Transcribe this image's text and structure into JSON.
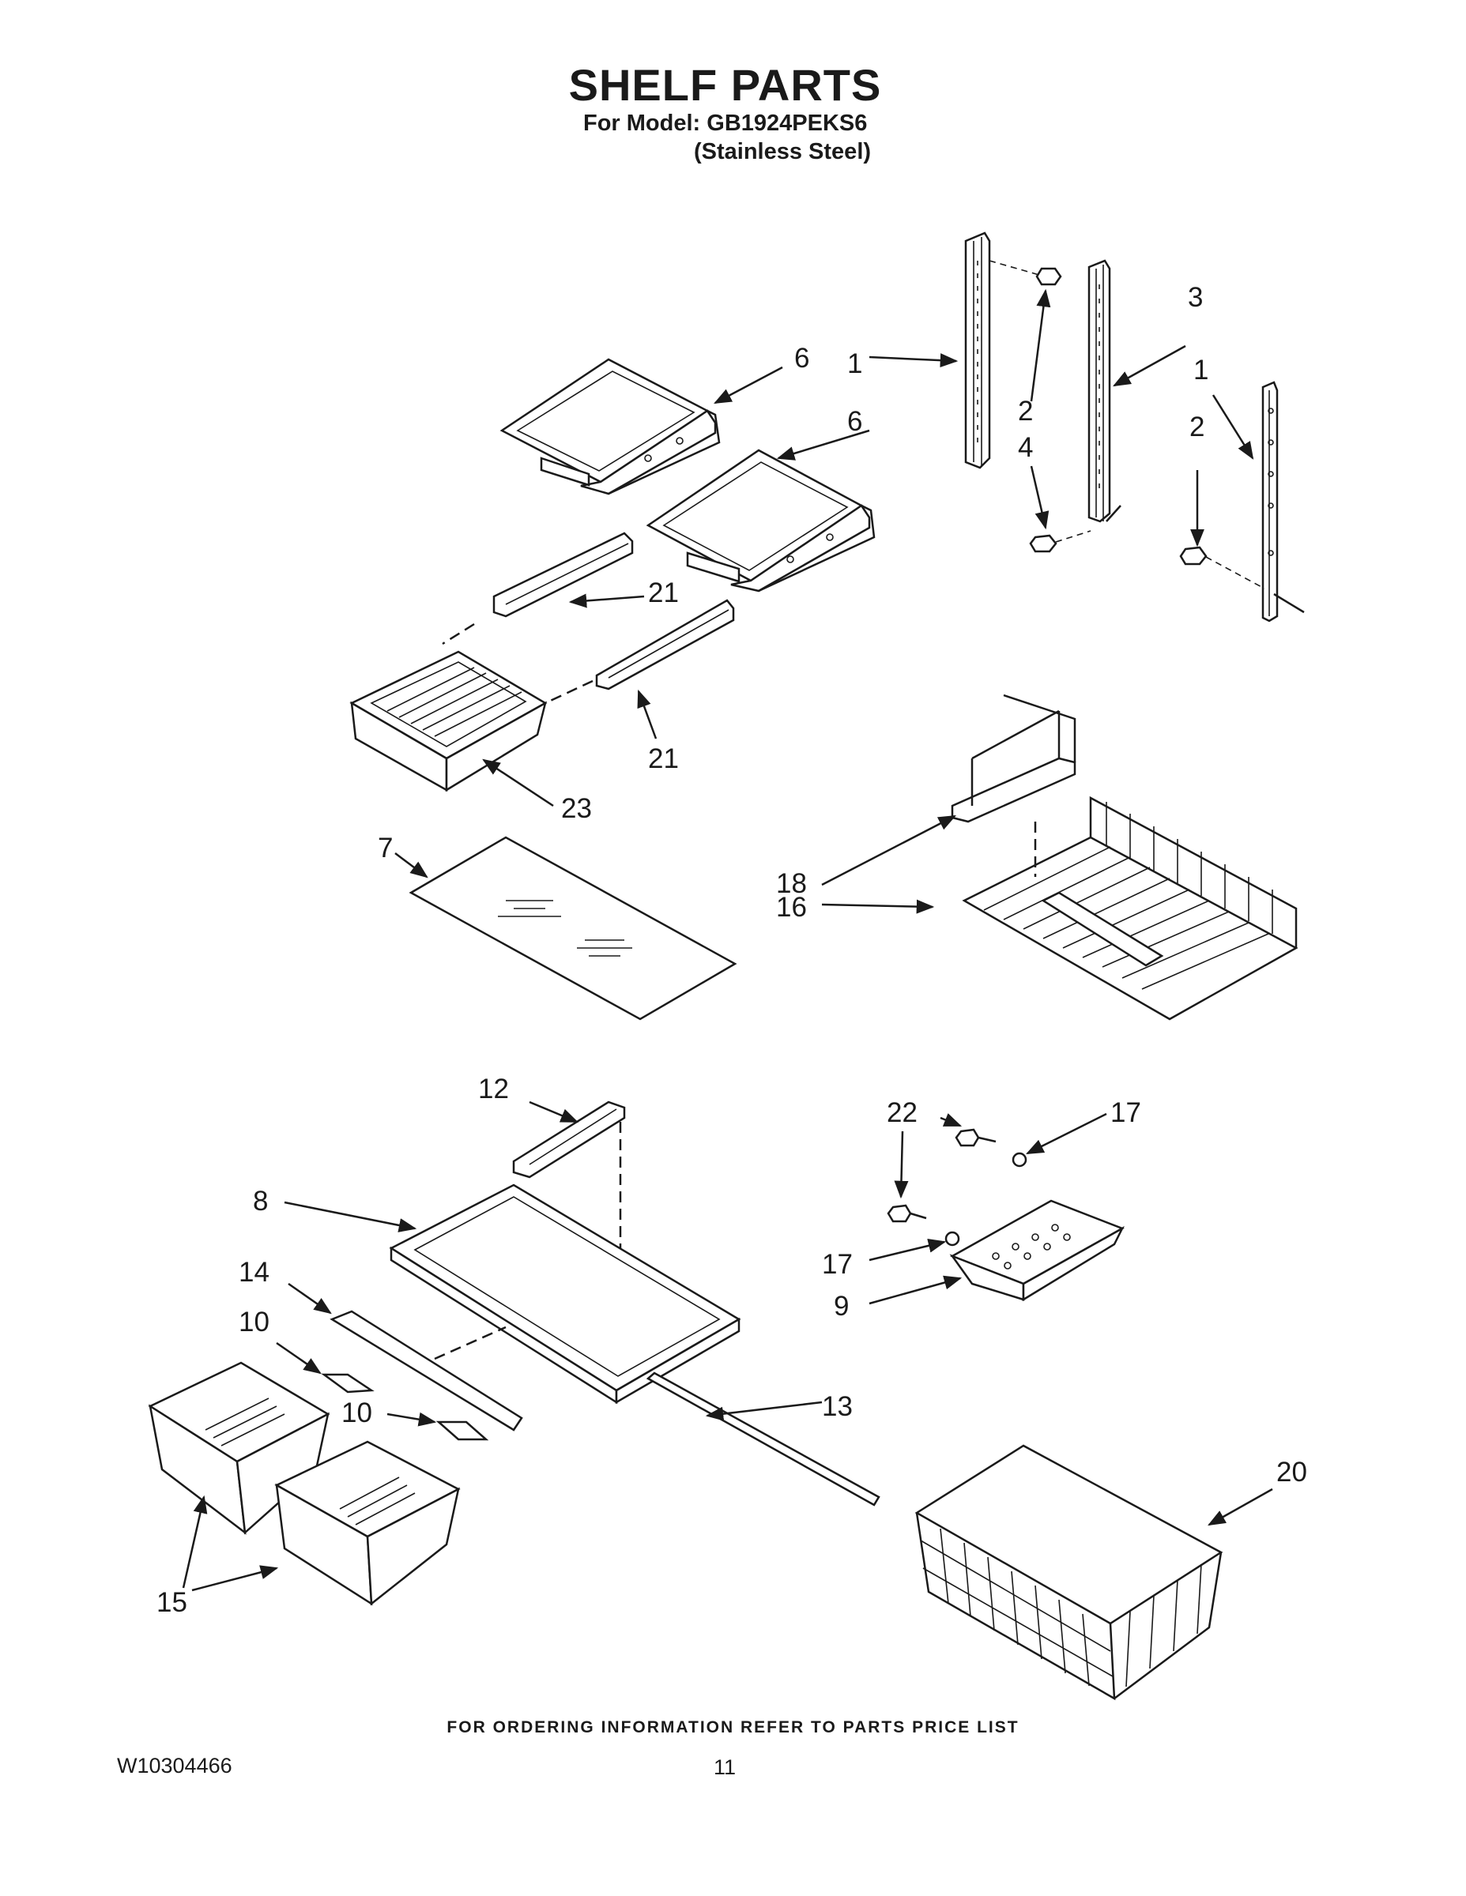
{
  "header": {
    "title": "SHELF PARTS",
    "model_line": "For Model: GB1924PEKS6",
    "finish_line": "(Stainless Steel)"
  },
  "footer": {
    "ordering_note": "FOR ORDERING INFORMATION REFER TO PARTS PRICE LIST",
    "document_number": "W10304466",
    "page_number": "11"
  },
  "callouts": {
    "c1a": "1",
    "c1b": "1",
    "c2a": "2",
    "c2b": "2",
    "c3": "3",
    "c4": "4",
    "c6a": "6",
    "c6b": "6",
    "c7": "7",
    "c8": "8",
    "c9": "9",
    "c10a": "10",
    "c10b": "10",
    "c12": "12",
    "c13": "13",
    "c14": "14",
    "c15": "15",
    "c16": "16",
    "c17a": "17",
    "c17b": "17",
    "c18": "18",
    "c20": "20",
    "c21a": "21",
    "c21b": "21",
    "c22": "22",
    "c23": "23"
  }
}
